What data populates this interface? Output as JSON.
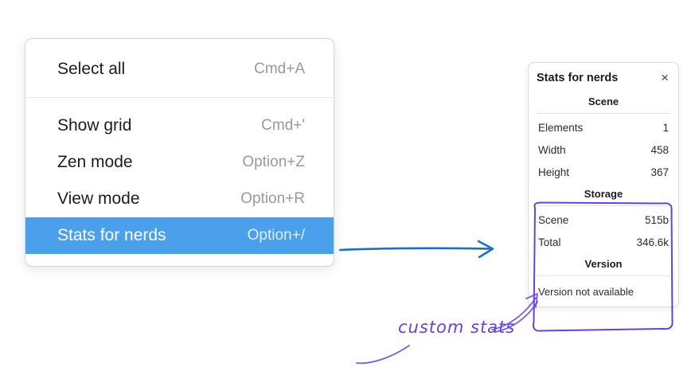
{
  "menu": {
    "items": [
      {
        "label": "Select all",
        "shortcut": "Cmd+A",
        "selected": false
      },
      {
        "label": "Show grid",
        "shortcut": "Cmd+'",
        "selected": false
      },
      {
        "label": "Zen mode",
        "shortcut": "Option+Z",
        "selected": false
      },
      {
        "label": "View mode",
        "shortcut": "Option+R",
        "selected": false
      },
      {
        "label": "Stats for nerds",
        "shortcut": "Option+/",
        "selected": true
      }
    ]
  },
  "stats_panel": {
    "title": "Stats for nerds",
    "close_glyph": "×",
    "scene": {
      "heading": "Scene",
      "rows": [
        {
          "label": "Elements",
          "value": "1"
        },
        {
          "label": "Width",
          "value": "458"
        },
        {
          "label": "Height",
          "value": "367"
        }
      ]
    },
    "storage": {
      "heading": "Storage",
      "rows": [
        {
          "label": "Scene",
          "value": "515b"
        },
        {
          "label": "Total",
          "value": "346.6k"
        }
      ]
    },
    "version": {
      "heading": "Version",
      "note": "Version not available"
    }
  },
  "annotation": {
    "label": "custom stats"
  },
  "colors": {
    "menu_highlight": "#4ba0ec",
    "arrow_blue": "#1b6fc4",
    "annotation_purple": "#6741d9"
  }
}
